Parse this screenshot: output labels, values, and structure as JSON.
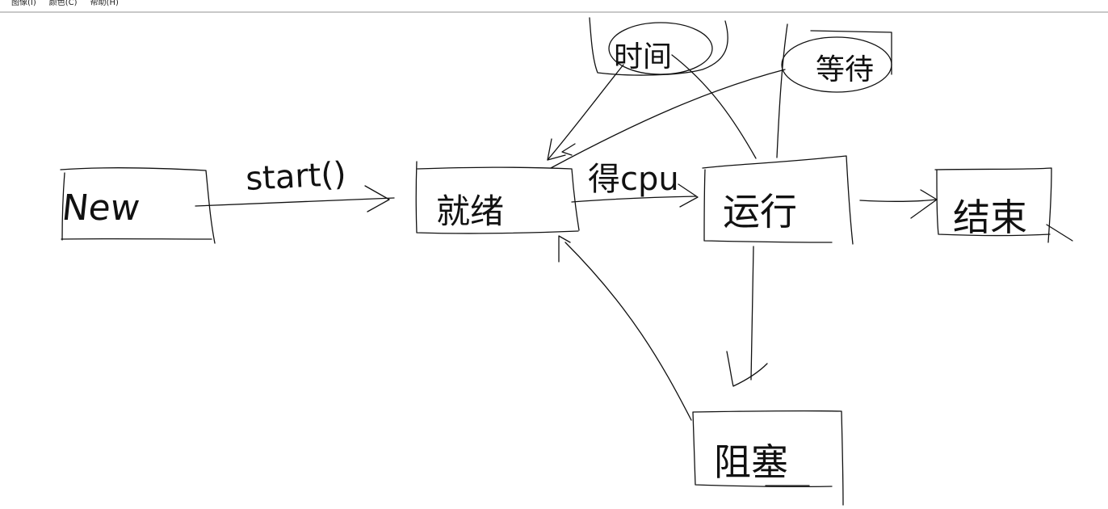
{
  "menu": {
    "items": [
      {
        "label": "图像(I)"
      },
      {
        "label": "颜色(C)"
      },
      {
        "label": "帮助(H)"
      }
    ]
  },
  "diagram": {
    "states": {
      "new": "New",
      "ready": "就绪",
      "running": "运行",
      "terminated": "结束",
      "blocked": "阻塞",
      "time_slice": "时间",
      "wait": "等待"
    },
    "edges": {
      "start": "start()",
      "get_cpu": "得cpu"
    }
  }
}
